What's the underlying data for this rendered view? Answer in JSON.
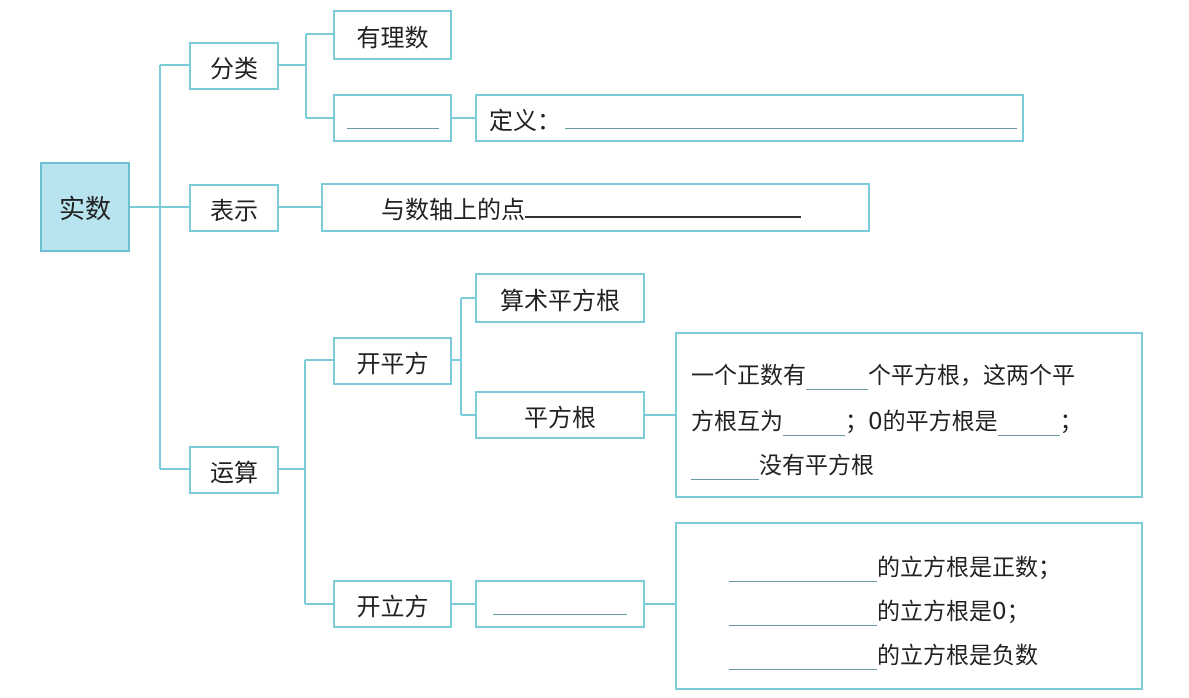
{
  "root": "实数",
  "level1": {
    "classify": "分类",
    "represent": "表示",
    "operation": "运算"
  },
  "classify": {
    "rational": "有理数",
    "definition_label": "定义："
  },
  "represent": {
    "text": "与数轴上的点"
  },
  "operation": {
    "sqrt_open": "开平方",
    "cube_open": "开立方",
    "arith_sqrt": "算术平方根",
    "square_root": "平方根"
  },
  "square_root_props": {
    "l1a": "一个正数有",
    "l1b": "个平方根，这两个平",
    "l2a": "方根互为",
    "l2b": "；0的平方根是",
    "l2c": "；",
    "l3": "没有平方根"
  },
  "cube_root_props": {
    "l1": "的立方根是正数；",
    "l2": "的立方根是0；",
    "l3": "的立方根是负数"
  },
  "colors": {
    "border": "#7ccbd9",
    "root_fill": "#b7e4ee",
    "connector": "#7ccbd9"
  }
}
